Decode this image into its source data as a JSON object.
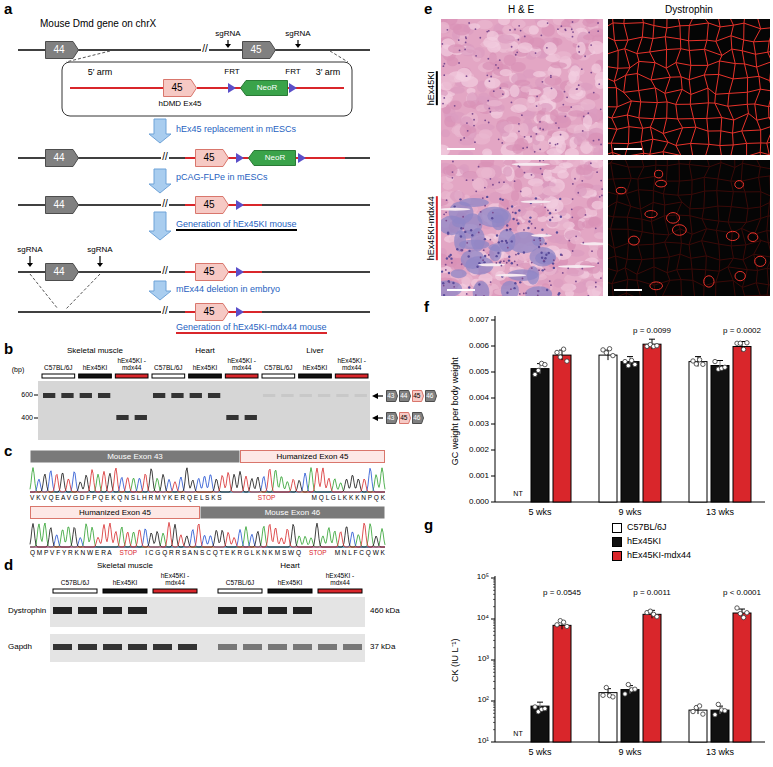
{
  "diagram": {
    "nodes": [
      {
        "text": [
          "44"
        ]
      },
      {
        "text": [
          "45"
        ]
      },
      {
        "text": [
          "45"
        ]
      },
      {
        "text": [
          "NeoR"
        ]
      },
      {
        "text": [
          "44"
        ]
      },
      {
        "text": [
          "45"
        ]
      },
      {
        "text": [
          "NeoR"
        ]
      },
      {
        "text": [
          "44"
        ]
      },
      {
        "text": [
          "45"
        ]
      },
      {
        "text": [
          "44"
        ]
      },
      {
        "text": [
          "45"
        ]
      },
      {
        "text": [
          "45"
        ]
      },
      {
        "text": [
          "43"
        ]
      },
      {
        "text": [
          "44"
        ]
      },
      {
        "text": [
          "45"
        ]
      },
      {
        "text": [
          "46"
        ]
      },
      {
        "text": [
          "43"
        ]
      },
      {
        "text": [
          "45"
        ]
      },
      {
        "text": [
          "46"
        ]
      },
      {
        "text": [
          "Mouse Exon 43"
        ]
      },
      {
        "text": [
          "Humanized Exon 45"
        ]
      },
      {
        "text": [
          "Humanized Exon 45"
        ]
      },
      {
        "text": [
          "Mouse Exon 46"
        ]
      }
    ],
    "labels": [
      "a",
      "Mouse Dmd gene on chrX",
      "sgRNA",
      "sgRNA",
      "//",
      "5′ arm",
      "FRT",
      "FRT",
      "3′ arm",
      "hDMD Ex45",
      "hEx45 replacement in mESCs",
      "//",
      "pCAG-FLPe in mESCs",
      "//",
      "Generation of hEx45KI mouse",
      "sgRNA",
      "sgRNA",
      "//",
      "mEx44 deletion in embryo",
      "//",
      "Generation of hEx45KI-mdx44 mouse",
      "b",
      "Skeletal muscle",
      "Heart",
      "Liver",
      "(bp)",
      "C57BL/6J",
      "hEx45KI",
      "hEx45KI -mdx44",
      "C57BL/6J",
      "hEx45KI",
      "hEx45KI -mdx44",
      "C57BL/6J",
      "hEx45KI",
      "hEx45KI -mdx44",
      "600",
      "400",
      "c",
      "V K V Q E A V G D F P Q E K Q N S L H R M Y K E R Q E L S K S",
      "STOP",
      "M Q L G L K K K N P Q K",
      "Q M P V F Y R K N W E R A",
      "STOP",
      "I C G Q R R S A N S C Q T E K R G L K N K M S W Q",
      "STOP",
      "M N L F C Q W K",
      "d",
      "Skeletal muscle",
      "Heart",
      "C57BL/6J",
      "hEx45KI",
      "hEx45KI -mdx44",
      "C57BL/6J",
      "hEx45KI",
      "hEx45KI -mdx44",
      "Dystrophin",
      "Gapdh",
      "460 kDa",
      "37 kDa",
      "e",
      "H & E",
      "Dystrophin",
      "hEx45KI",
      "hEx45KI-mdx44",
      "f",
      "GC weight per body weight",
      "0.000",
      "0.001",
      "0.002",
      "0.003",
      "0.004",
      "0.005",
      "0.006",
      "0.007",
      "5 wks",
      "9 wks",
      "13 wks",
      "NT",
      "p = 0.0099",
      "p = 0.0002",
      "g",
      "CK (IU L⁻¹)",
      "10¹",
      "10²",
      "10³",
      "10⁴",
      "10⁵",
      "5 wks",
      "9 wks",
      "13 wks",
      "NT",
      "p = 0.0545",
      "p = 0.0011",
      "p < 0.0001"
    ],
    "legend": [
      {
        "text": "C57BL/6J",
        "color": "#ffffff"
      },
      {
        "text": "hEx45KI",
        "color": "#111111"
      },
      {
        "text": "hEx45KI-mdx44",
        "color": "#d9262b"
      }
    ]
  }
}
